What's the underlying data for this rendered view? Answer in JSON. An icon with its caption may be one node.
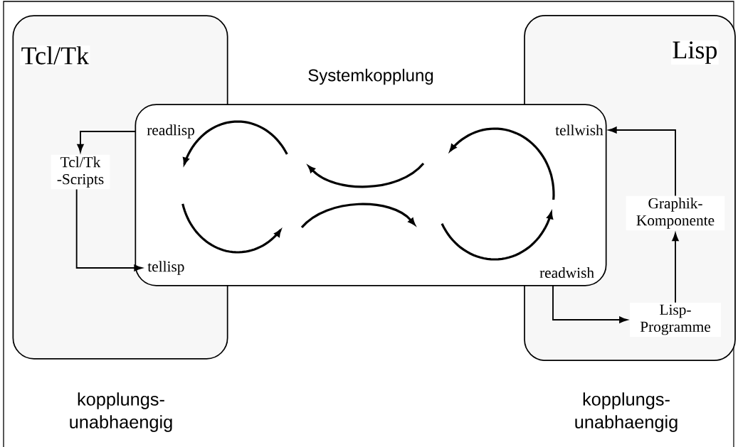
{
  "diagram": {
    "nodes": [
      {
        "text": [
          "Tcl/Tk"
        ]
      },
      {
        "text": [
          "Lisp"
        ]
      },
      {
        "text": [
          "Systemkopplung"
        ]
      },
      {
        "text": [
          "readlisp"
        ]
      },
      {
        "text": [
          "tellisp"
        ]
      },
      {
        "text": [
          "tellwish"
        ]
      },
      {
        "text": [
          "readwish"
        ]
      },
      {
        "text": [
          "Tcl/Tk -Scripts"
        ],
        "in": 0
      },
      {
        "text": [
          "Graphik- Komponente"
        ],
        "in": 1
      },
      {
        "text": [
          "Lisp- Programme"
        ],
        "in": 1
      }
    ],
    "edges": [
      {
        "from": 3,
        "to": 7,
        "arrow": "to"
      },
      {
        "from": 7,
        "to": 4,
        "arrow": "to"
      },
      {
        "from": 8,
        "to": 5,
        "arrow": "to"
      },
      {
        "from": 9,
        "to": 8,
        "arrow": "to"
      },
      {
        "from": 6,
        "to": 9,
        "arrow": "to"
      }
    ],
    "labels": [
      "kopplungs- unabhaengig",
      "kopplungs- unabhaengig"
    ]
  }
}
